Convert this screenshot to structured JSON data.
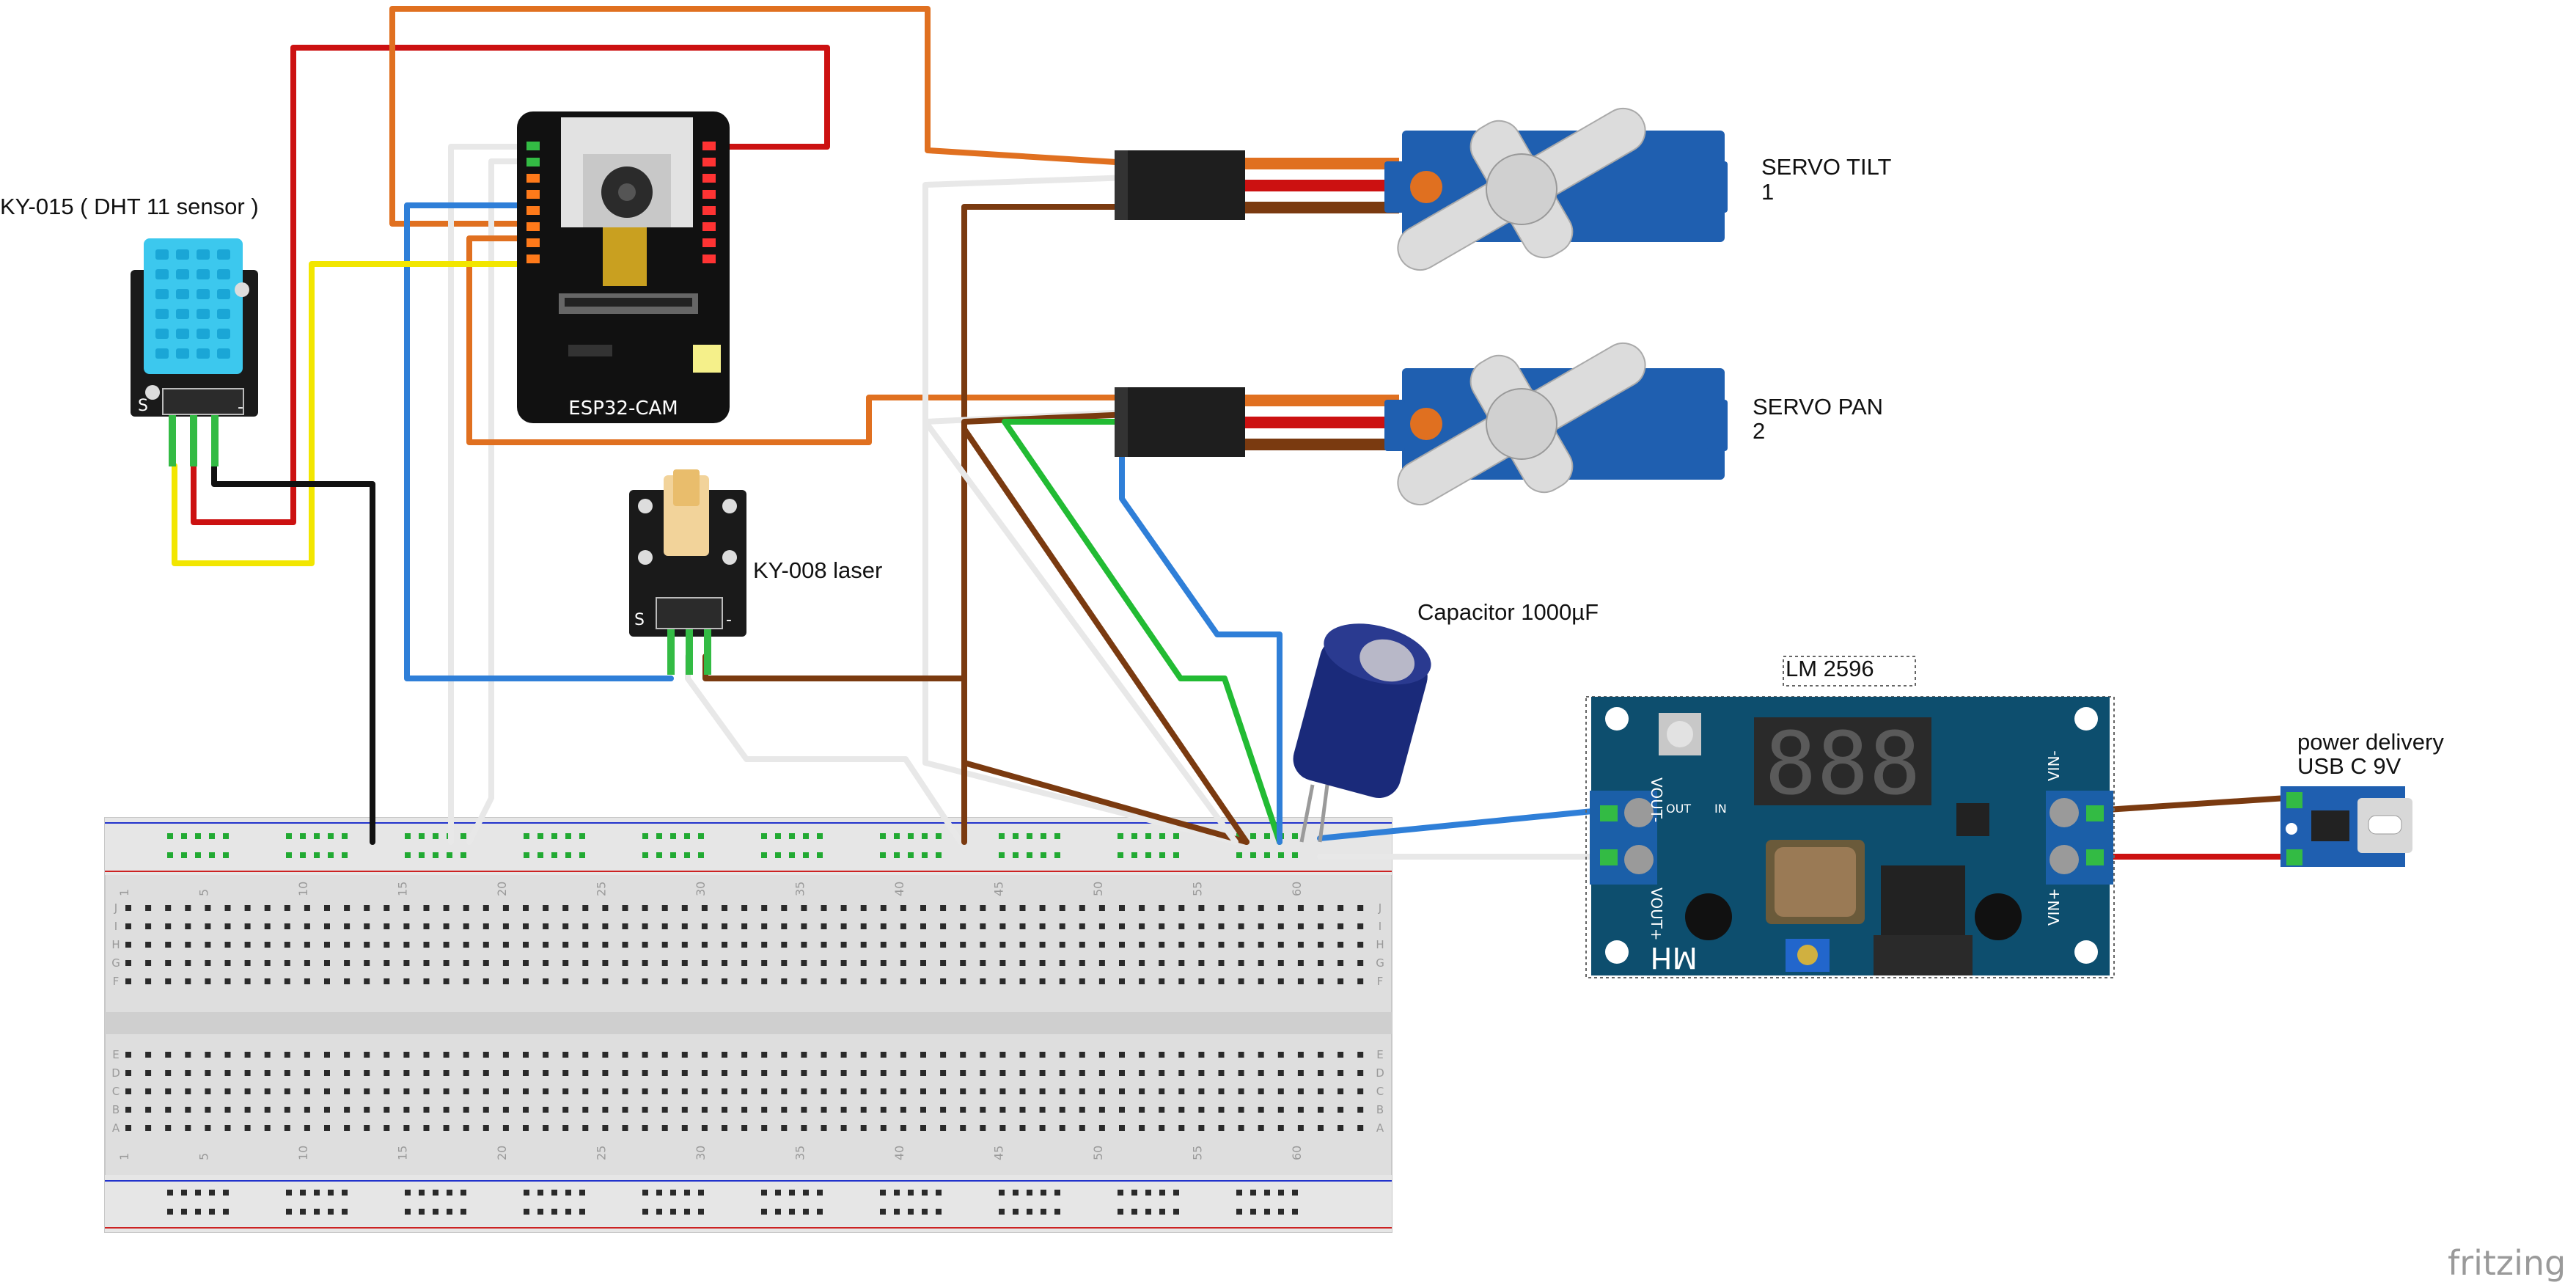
{
  "labels": {
    "dht_sensor": "KY-015 ( DHT 11 sensor )",
    "esp32": "ESP32-CAM",
    "laser": "KY-008 laser",
    "servo_tilt_line1": "SERVO TILT",
    "servo_tilt_line2": "1",
    "servo_pan_line1": "SERVO PAN",
    "servo_pan_line2": "2",
    "capacitor": "Capacitor 1000µF",
    "regulator": "LM 2596",
    "power_line1": "power delivery",
    "power_line2": "USB C 9V",
    "watermark": "fritzing"
  },
  "board_marks": {
    "pin_s": "S",
    "pin_minus": "-",
    "vout_minus": "VOUT-",
    "vout_plus": "VOUT+",
    "vin_minus": "VIN-",
    "vin_plus": "VIN+",
    "out": "OUT",
    "in": "IN",
    "mh": "MH",
    "display": "888"
  },
  "breadboard": {
    "column_numbers": [
      "1",
      "5",
      "10",
      "15",
      "20",
      "25",
      "30",
      "35",
      "40",
      "45",
      "50",
      "55",
      "60"
    ],
    "row_letters_top": [
      "J",
      "I",
      "H",
      "G",
      "F"
    ],
    "row_letters_bottom": [
      "E",
      "D",
      "C",
      "B",
      "A"
    ]
  },
  "colors": {
    "wire_red": "#cc1111",
    "wire_orange": "#e07020",
    "wire_white": "#e8e8e8",
    "wire_blue": "#2f7fd8",
    "wire_yellow": "#f2e600",
    "wire_black": "#111111",
    "wire_brown": "#7a3a10",
    "wire_green": "#22bb33",
    "servo_blue": "#1f5fb0",
    "regulator_teal": "#0d4e6e",
    "breadboard": "#dcdcdc"
  }
}
